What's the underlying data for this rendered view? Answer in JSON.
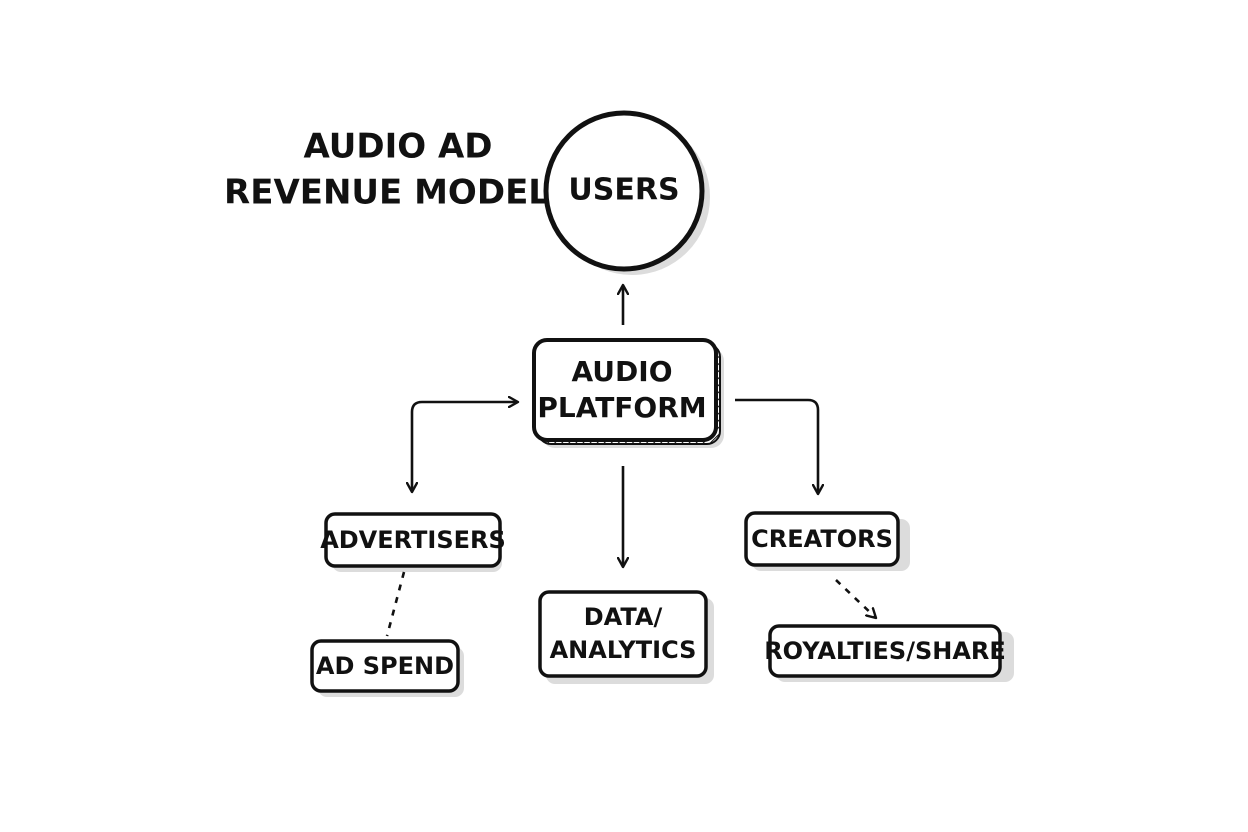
{
  "title": {
    "line1": "AUDIO AD",
    "line2": "REVENUE MODEL"
  },
  "nodes": {
    "users": "USERS",
    "platform": {
      "line1": "AUDIO",
      "line2": "PLATFORM"
    },
    "advertisers": "ADVERTISERS",
    "ad_spend": "AD SPEND",
    "data_analytics": {
      "line1": "DATA/",
      "line2": "ANALYTICS"
    },
    "creators": "CREATORS",
    "royalties_share": "ROYALTIES/SHARE"
  },
  "colors": {
    "stroke": "#111111",
    "shadow": "#d9d9d9",
    "background": "#ffffff"
  }
}
